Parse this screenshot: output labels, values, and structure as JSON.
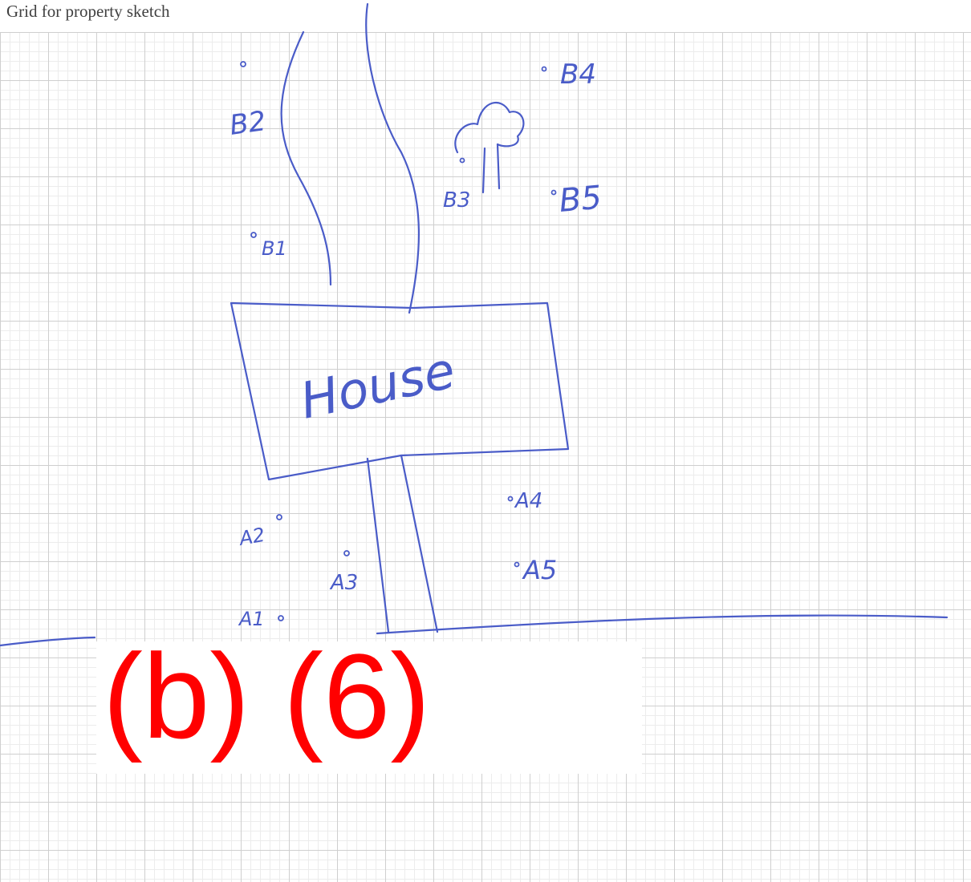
{
  "header": {
    "title": "Grid for property sketch"
  },
  "sketch": {
    "house_label": "House",
    "points_a": [
      "A1",
      "A2",
      "A3",
      "A4",
      "A5"
    ],
    "points_b": [
      "B1",
      "B2",
      "B3",
      "B4",
      "B5"
    ],
    "ink_color": "#4a5cc8"
  },
  "overlay": {
    "label": "(b) (6)",
    "label_color": "#ff0000"
  }
}
